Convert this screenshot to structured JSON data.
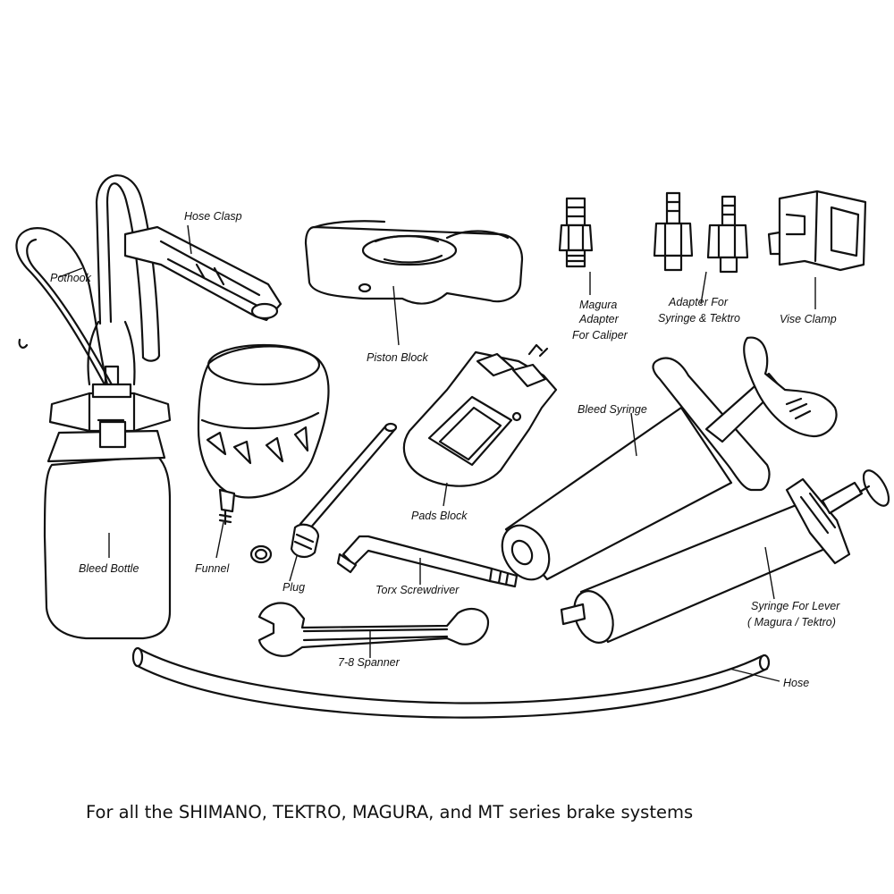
{
  "labels": {
    "pothook": "Pothook",
    "hose_clasp": "Hose Clasp",
    "piston_block": "Piston Block",
    "magura_adapter": [
      "Magura",
      "Adapter",
      "For Caliper"
    ],
    "adapter_syringe": [
      "Adapter For",
      "Syringe & Tektro"
    ],
    "vise_clamp": "Vise Clamp",
    "bleed_syringe": "Bleed Syringe",
    "pads_block": "Pads Block",
    "funnel": "Funnel",
    "bleed_bottle": "Bleed Bottle",
    "plug": "Plug",
    "torx_screwdriver": "Torx Screwdriver",
    "syringe_for_lever": [
      "Syringe For Lever",
      "( Magura / Tektro)"
    ],
    "spanner": "7-8 Spanner",
    "hose": "Hose"
  },
  "caption": "For all the SHIMANO, TEKTRO, MAGURA, and MT series brake systems"
}
